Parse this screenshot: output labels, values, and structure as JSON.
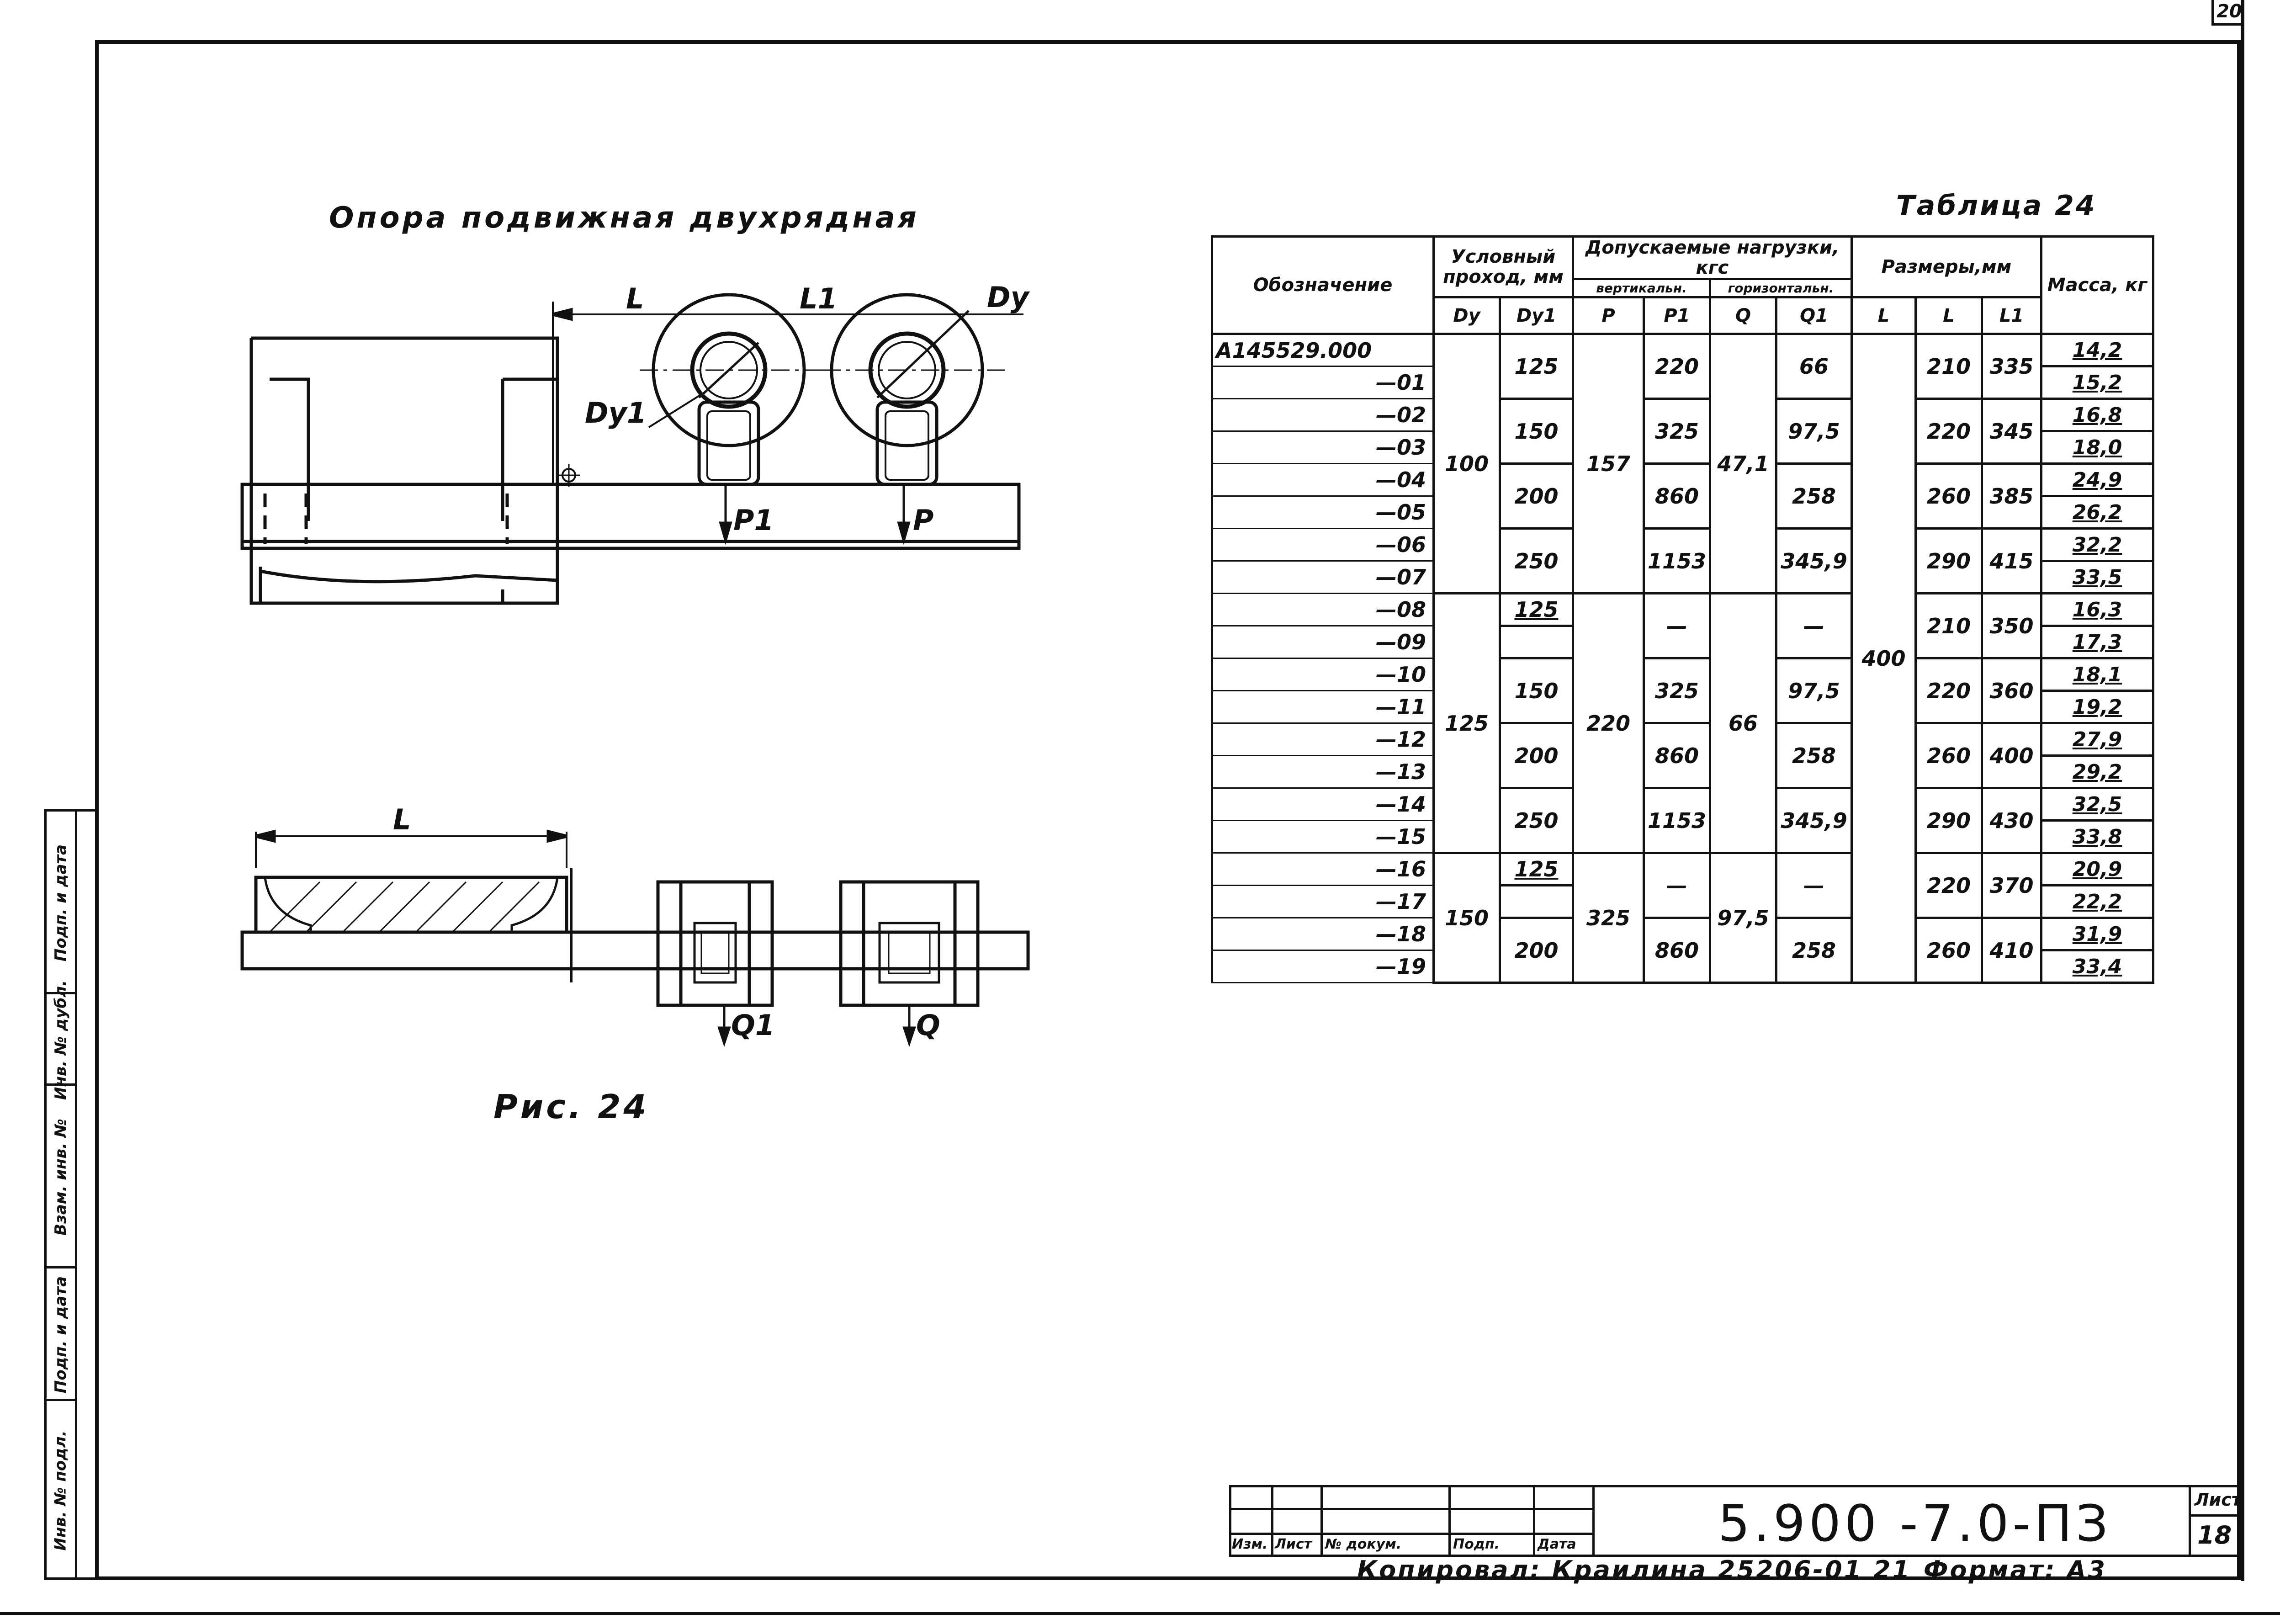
{
  "page_number": "20",
  "drawing_title": "Опора подвижная двухрядная",
  "figure_caption": "Рис. 24",
  "table_title": "Таблица 24",
  "drawing_labels": {
    "L_top": "L",
    "L1_top": "L1",
    "Dy_top": "Dy",
    "Dy1_top": "Dy1",
    "P1": "P1",
    "P": "P",
    "L_bottom": "L",
    "Q1": "Q1",
    "Q": "Q"
  },
  "table": {
    "headers": {
      "designation": "Обозначение",
      "nominal_bore": "Условный проход, мм",
      "loads": "Допускаемые нагрузки, кгс",
      "vertical": "вертикальн.",
      "horizontal": "горизонтальн.",
      "dimensions": "Размеры,мм",
      "mass": "Масса, кг",
      "dy": "Dy",
      "dy1": "Dy1",
      "p": "P",
      "p1": "P1",
      "q": "Q",
      "q1": "Q1",
      "l_big": "L",
      "l": "L",
      "l1": "L1"
    },
    "designations": [
      "А145529.000",
      "—01",
      "—02",
      "—03",
      "—04",
      "—05",
      "—06",
      "—07",
      "—08",
      "—09",
      "—10",
      "—11",
      "—12",
      "—13",
      "—14",
      "—15",
      "—16",
      "—17",
      "—18",
      "—19"
    ],
    "dy_groups": [
      "100",
      "125",
      "150"
    ],
    "dy1_values": [
      "125",
      "150",
      "200",
      "250",
      "125",
      "",
      "150",
      "200",
      "250",
      "125",
      "",
      "200"
    ],
    "p_groups": [
      "157",
      "220",
      "325"
    ],
    "p1_values": [
      "220",
      "325",
      "860",
      "1153",
      "—",
      "325",
      "860",
      "1153",
      "—",
      "860"
    ],
    "q_groups": [
      "47,1",
      "66",
      "97,5"
    ],
    "q1_values": [
      "66",
      "97,5",
      "258",
      "345,9",
      "—",
      "97,5",
      "258",
      "345,9",
      "—",
      "258"
    ],
    "l_big": "400",
    "l_values": [
      "210",
      "220",
      "260",
      "290",
      "210",
      "220",
      "260",
      "290",
      "220",
      "260"
    ],
    "l1_values": [
      "335",
      "345",
      "385",
      "415",
      "350",
      "360",
      "400",
      "430",
      "370",
      "410"
    ],
    "masses": [
      "14,2",
      "15,2",
      "16,8",
      "18,0",
      "24,9",
      "26,2",
      "32,2",
      "33,5",
      "16,3",
      "17,3",
      "18,1",
      "19,2",
      "27,9",
      "29,2",
      "32,5",
      "33,8",
      "20,9",
      "22,2",
      "31,9",
      "33,4"
    ]
  },
  "left_stamp": [
    "Инв. № подл.",
    "Подп. и дата",
    "Взам. инв. №",
    "Инв. № дубл.",
    "Подп. и дата"
  ],
  "title_block": {
    "headers": [
      "Изм.",
      "Лист",
      "№ докум.",
      "Подп.",
      "Дата"
    ],
    "document_code": "5.900   -7.0-ПЗ",
    "sheet_label": "Лист",
    "sheet_number": "18",
    "copied_by": "Копировал: Краилина 25206-01 21",
    "format": "Формат: А3"
  }
}
